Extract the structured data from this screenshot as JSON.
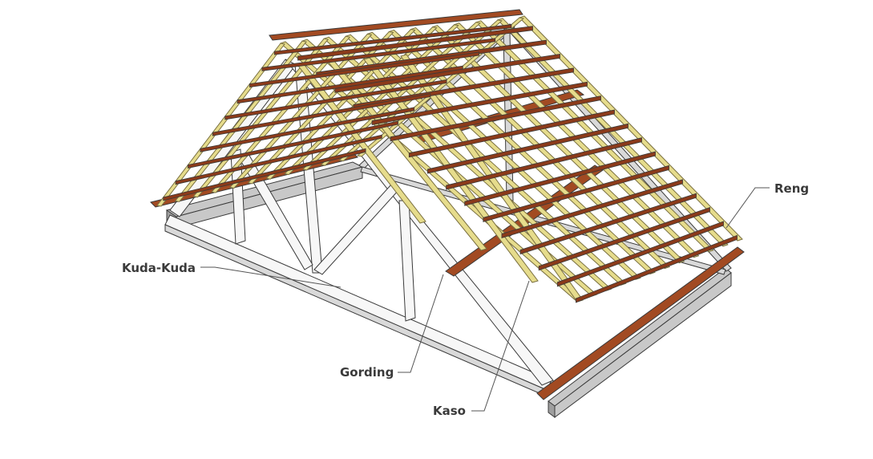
{
  "labels": {
    "kuda_kuda": "Kuda-Kuda",
    "reng": "Reng",
    "gording": "Gording",
    "kaso": "Kaso"
  },
  "colors": {
    "reng_wood": "#8b3a1a",
    "reng_wood_top": "#b5552a",
    "kaso_wood": "#e6dc8c",
    "kaso_wood_edge": "#7a7040",
    "truss_wood": "#f7f7f7",
    "outline": "#3a3a3a",
    "concrete": "#c8c8c8",
    "text": "#3a3a3a"
  }
}
